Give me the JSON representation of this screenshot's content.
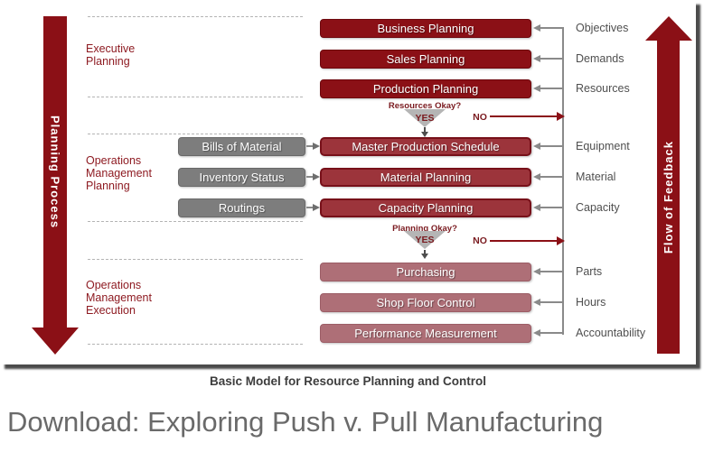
{
  "colors": {
    "maroon": "#8B1016",
    "mid_red": "#9C343B",
    "light_red": "#AE6F77",
    "input_gray": "#7D7D7D",
    "label_red": "#8E1B22",
    "feedback_gray": "#4F4F4F"
  },
  "left_bar": {
    "label": "Planning Process"
  },
  "right_bar": {
    "label": "Flow of Feedback"
  },
  "section_labels": [
    {
      "label": "Executive\nPlanning"
    },
    {
      "label": "Operations\nManagement\nPlanning"
    },
    {
      "label": "Operations\nManagement\nExecution"
    }
  ],
  "process_boxes": {
    "executive": [
      "Business Planning",
      "Sales Planning",
      "Production Planning"
    ],
    "planning": [
      "Master Production Schedule",
      "Material Planning",
      "Capacity Planning"
    ],
    "execution": [
      "Purchasing",
      "Shop Floor Control",
      "Performance Measurement"
    ]
  },
  "input_boxes": [
    "Bills of Material",
    "Inventory Status",
    "Routings"
  ],
  "feedback_labels": [
    "Objectives",
    "Demands",
    "Resources",
    "Equipment",
    "Material",
    "Capacity",
    "Parts",
    "Hours",
    "Accountability"
  ],
  "decisions": [
    {
      "question": "Resources Okay?",
      "yes": "YES",
      "no": "NO"
    },
    {
      "question": "Planning Okay?",
      "yes": "YES",
      "no": "NO"
    }
  ],
  "caption": "Basic Model for Resource Planning and Control",
  "download": {
    "label": "Download: Exploring Push v. Pull Manufacturing"
  }
}
